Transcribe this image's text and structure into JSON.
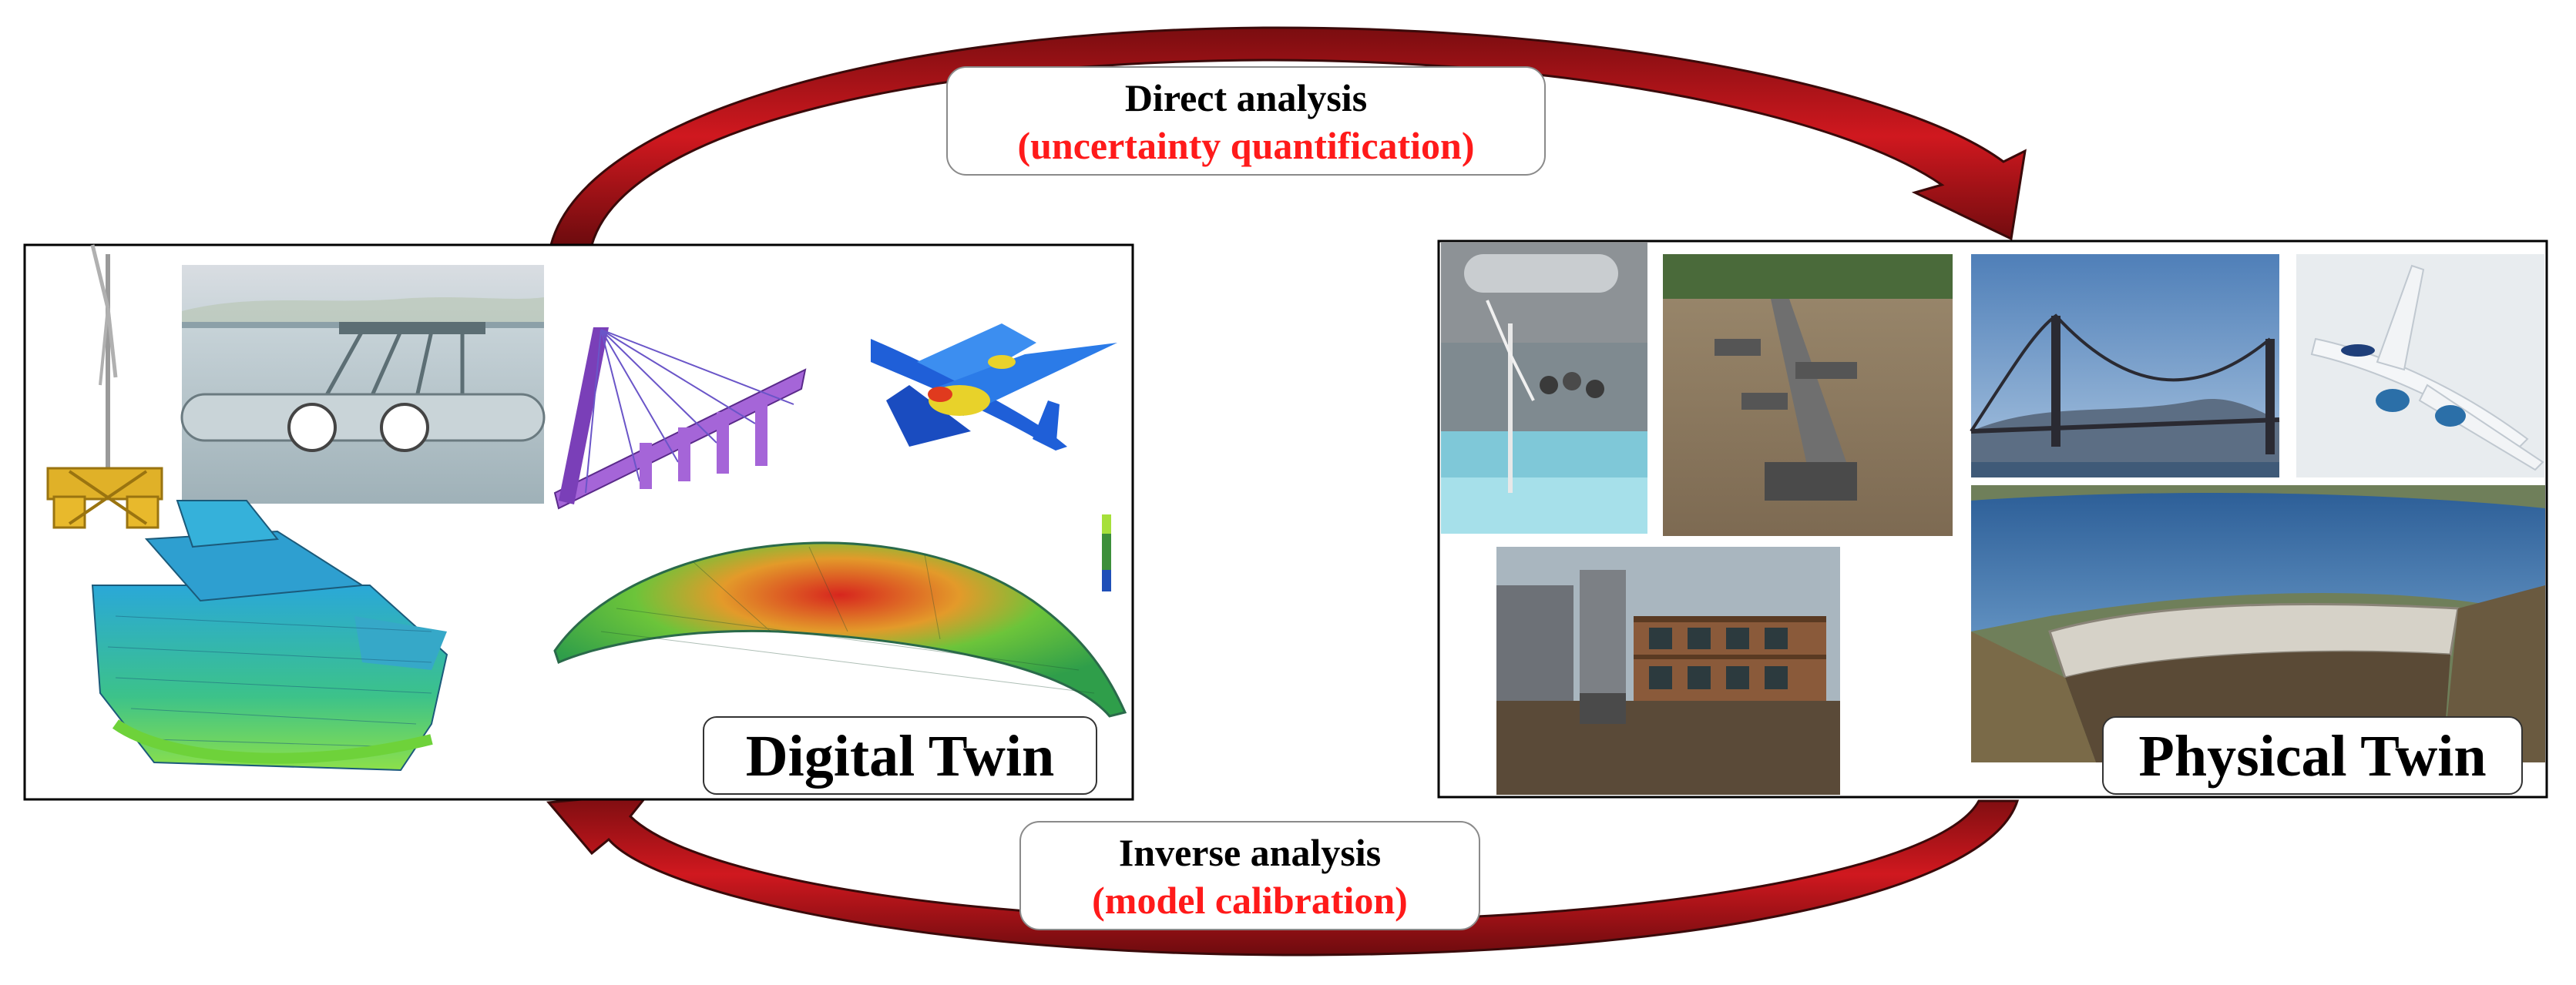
{
  "diagram": {
    "top_arrow": {
      "title": "Direct analysis",
      "subtitle": "(uncertainty quantification)"
    },
    "bottom_arrow": {
      "title": "Inverse analysis",
      "subtitle": "(model calibration)"
    },
    "left_panel": {
      "title": "Digital Twin",
      "items": [
        "floating-wind-turbine-model",
        "submerged-tunnel-model",
        "cable-stayed-bridge-model",
        "aircraft-fe-model",
        "ship-fe-model",
        "shell-roof-fe-model"
      ]
    },
    "right_panel": {
      "title": "Physical Twin",
      "items": [
        "wind-turbine-wave-tank-photo",
        "floating-pier-photo",
        "suspension-bridge-photo",
        "airplane-photo",
        "floating-building-photo",
        "arch-dam-photo"
      ]
    },
    "colors": {
      "arrow_red": "#c4161c",
      "arrow_dark": "#3a0a0a",
      "accent_text": "#ff1a1a"
    }
  }
}
